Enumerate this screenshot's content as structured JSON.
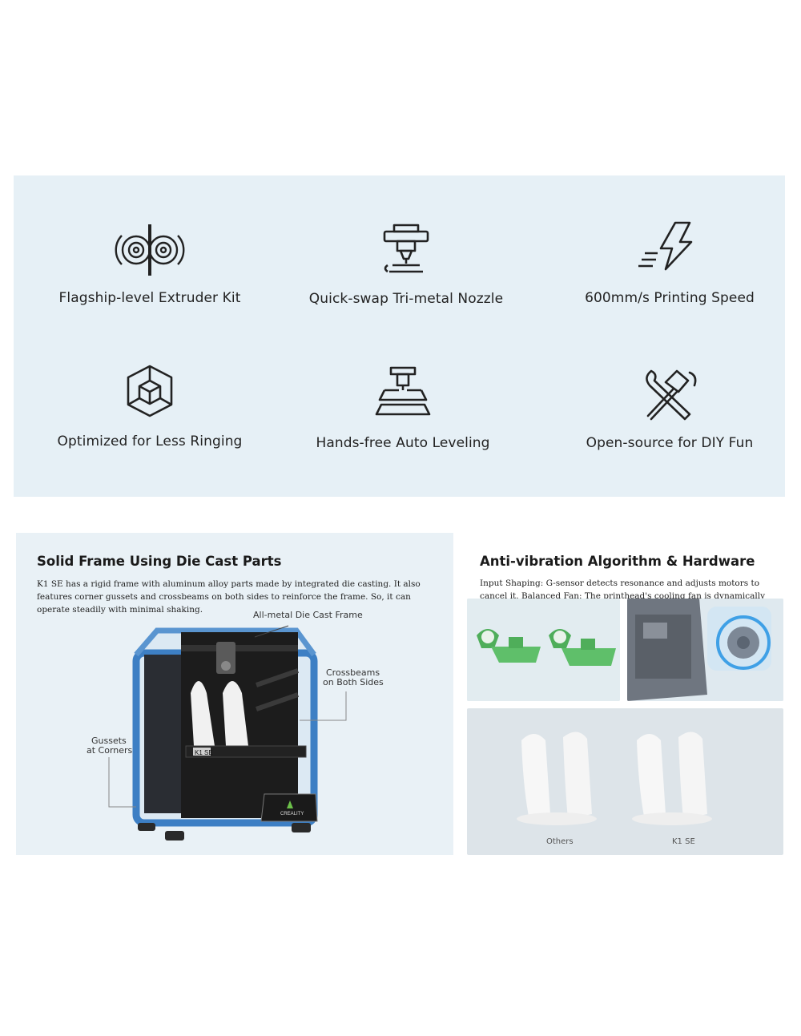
{
  "features": [
    {
      "label": "Flagship-level Extruder Kit",
      "icon": "extruder-gears-icon"
    },
    {
      "label": "Quick-swap Tri-metal Nozzle",
      "icon": "nozzle-icon"
    },
    {
      "label": "600mm/s Printing Speed",
      "icon": "lightning-speed-icon"
    },
    {
      "label": "Optimized for Less Ringing",
      "icon": "cube-icon"
    },
    {
      "label": "Hands-free Auto Leveling",
      "icon": "leveling-icon"
    },
    {
      "label": "Open-source for DIY Fun",
      "icon": "tools-icon"
    }
  ],
  "frame_section": {
    "title": "Solid Frame Using Die Cast Parts",
    "text": "K1 SE has a rigid frame with aluminum alloy parts made by integrated die casting. It also features corner gussets and crossbeams on both sides to reinforce the frame. So, it can operate steadily with minimal shaking.",
    "callouts": {
      "frame": "All-metal Die Cast Frame",
      "crossbeams_1": "Crossbeams",
      "crossbeams_2": "on Both Sides",
      "gussets_1": "Gussets",
      "gussets_2": "at Corners"
    },
    "printer_badge": "K1 SE",
    "screen_brand": "CREALITY"
  },
  "vibration_section": {
    "title": "Anti-vibration Algorithm & Hardware",
    "text": "Input Shaping: G-sensor detects resonance and adjusts motors to cancel it. Balanced Fan: The printhead's cooling fan is dynamically balanced.",
    "compare_labels": [
      "Others",
      "K1 SE"
    ]
  },
  "colors": {
    "band_bg": "#e6f0f6",
    "frame_blue": "#3d7fc4",
    "print_green": "#5fbf6a"
  }
}
